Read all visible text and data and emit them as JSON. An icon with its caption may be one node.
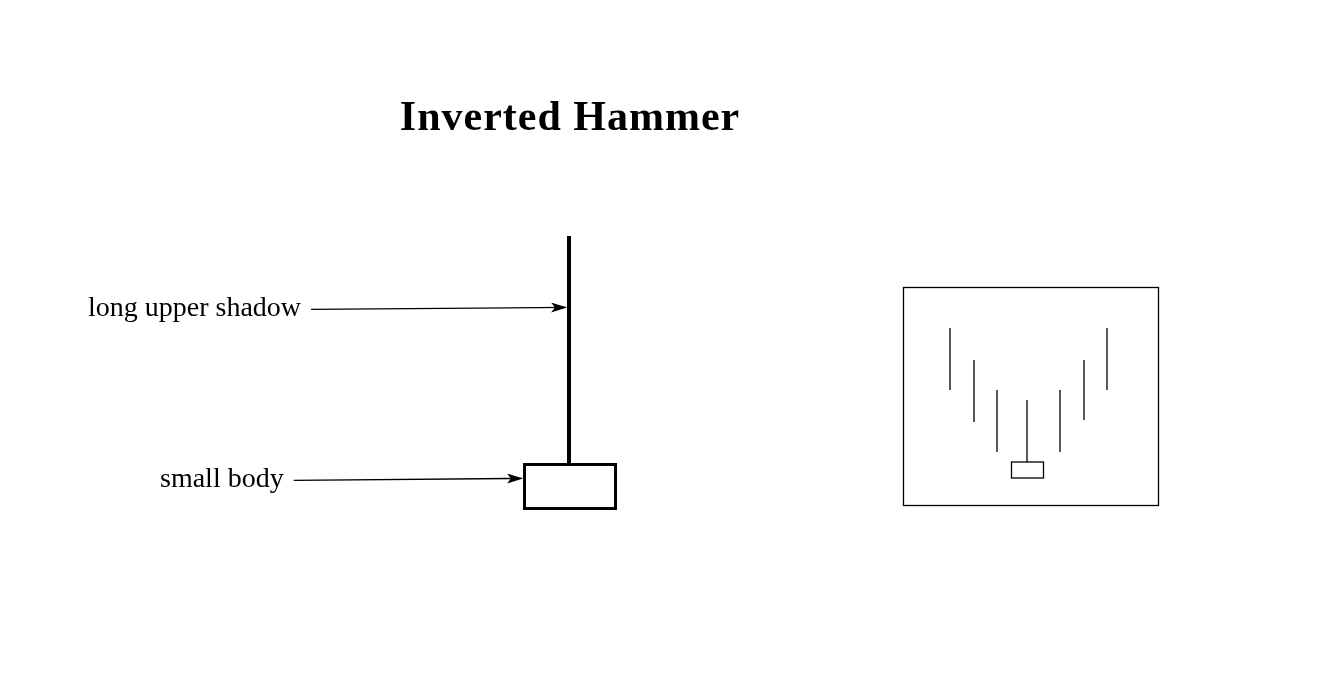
{
  "diagram": {
    "title": "Inverted Hammer",
    "nodes": [
      {
        "text": [
          "long upper shadow"
        ]
      },
      {
        "text": [],
        "shape": "bar"
      },
      {
        "text": [
          "small body"
        ]
      },
      {
        "text": [],
        "shape": "box"
      }
    ],
    "edges": [
      {
        "from": 0,
        "to": 1,
        "arrow": "to"
      },
      {
        "from": 2,
        "to": 3,
        "arrow": "to"
      }
    ]
  }
}
